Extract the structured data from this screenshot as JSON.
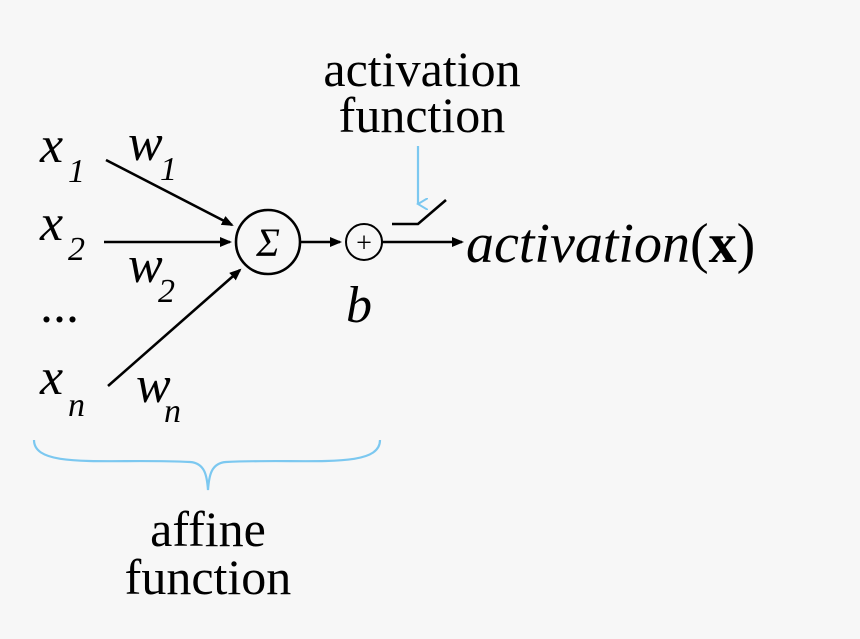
{
  "inputs": [
    {
      "x_base": "x",
      "x_sub": "1"
    },
    {
      "x_base": "x",
      "x_sub": "2"
    },
    {
      "x_base": "x",
      "x_sub": "n"
    }
  ],
  "weights": [
    {
      "w_base": "w",
      "w_sub": "1"
    },
    {
      "w_base": "w",
      "w_sub": "2"
    },
    {
      "w_base": "w",
      "w_sub": "n"
    }
  ],
  "ellipsis": "...",
  "sum_symbol": "Σ",
  "plus_symbol": "+",
  "bias": "b",
  "activation_label": [
    "activation",
    "function"
  ],
  "output": {
    "fn": "activation",
    "open": "(",
    "arg": "x",
    "close": ")"
  },
  "affine_label": [
    "affine",
    "function"
  ],
  "colors": {
    "accent": "#7cc8f0",
    "ink": "#000000",
    "background": "#f7f7f7"
  }
}
